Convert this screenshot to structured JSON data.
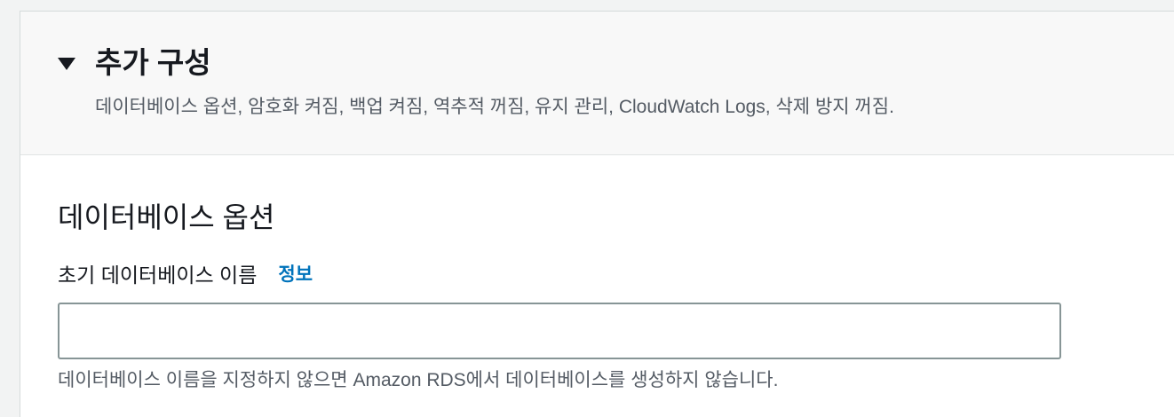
{
  "additional_config": {
    "title": "추가 구성",
    "description": "데이터베이스 옵션, 암호화 켜짐, 백업 켜짐, 역추적 꺼짐, 유지 관리, CloudWatch Logs, 삭제 방지 꺼짐.",
    "expanded": true
  },
  "database_options": {
    "title": "데이터베이스 옵션",
    "initial_db_name": {
      "label": "초기 데이터베이스 이름",
      "info_link": "정보",
      "value": "",
      "placeholder": "",
      "hint": "데이터베이스 이름을 지정하지 않으면 Amazon RDS에서 데이터베이스를 생성하지 않습니다."
    }
  }
}
